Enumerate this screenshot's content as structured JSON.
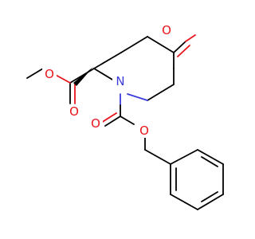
{
  "colors": {
    "carbon": "#000000",
    "oxygen": "#e8141c",
    "nitrogen": "#3c3cdc",
    "background": "#ffffff"
  },
  "atoms": {
    "ring_ketone_oxygen": "O",
    "ester_carbonyl_oxygen": "O",
    "ester_ether_oxygen": "O",
    "ring_nitrogen": "N",
    "carbamate_carbonyl_oxygen": "O",
    "carbamate_ether_oxygen": "O"
  }
}
